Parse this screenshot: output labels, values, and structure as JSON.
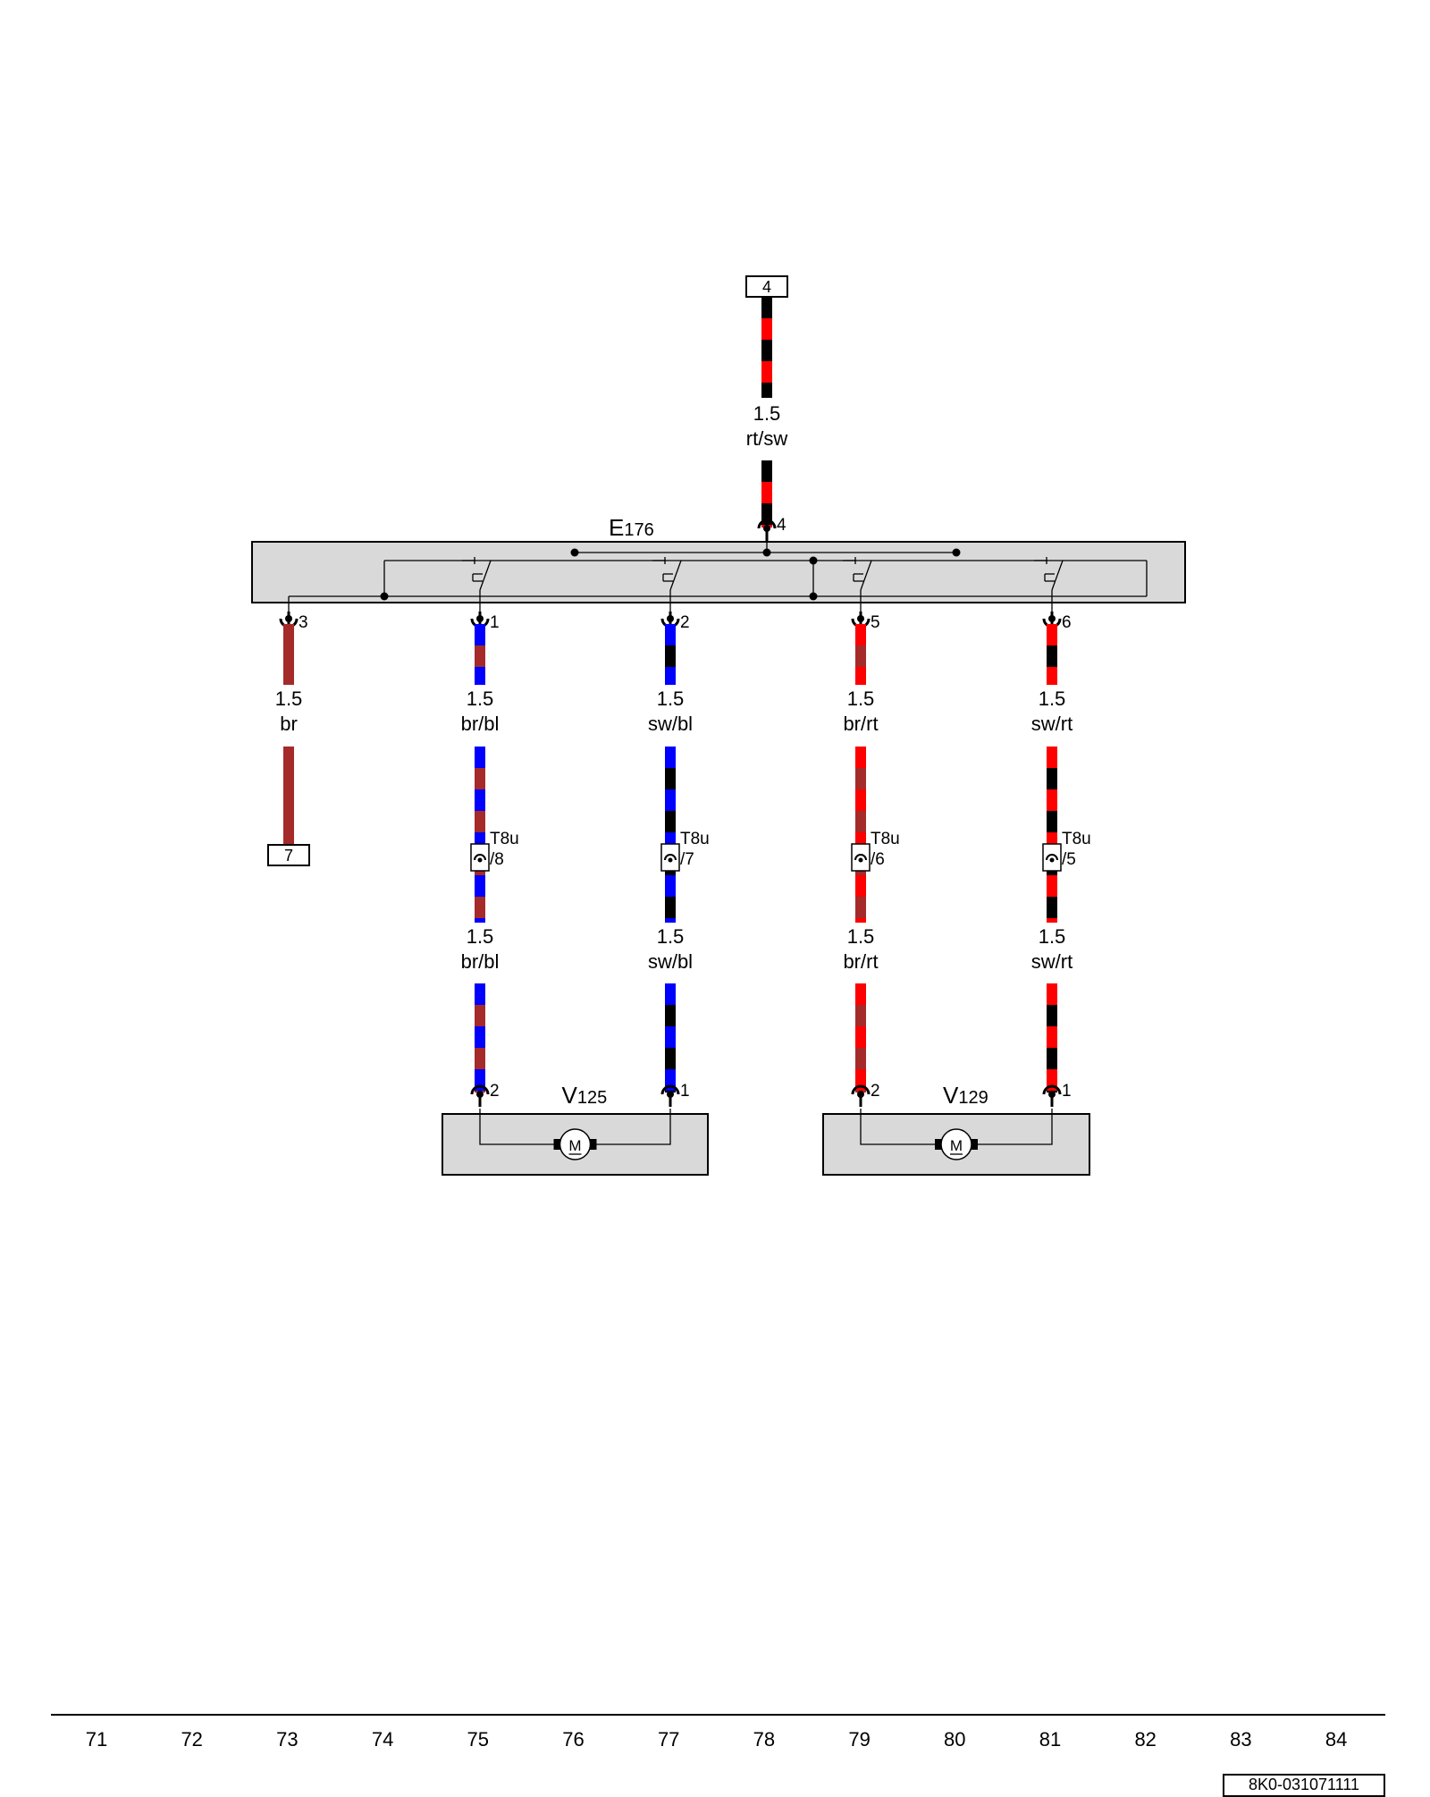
{
  "colors": {
    "br": "#a52a2a",
    "bl": "#0000ff",
    "rt": "#ff0000",
    "sw": "#000000",
    "component_fill": "#d9d9d9"
  },
  "components": {
    "E176": {
      "letter": "E",
      "number": "176"
    },
    "V125": {
      "letter": "V",
      "number": "125"
    },
    "V129": {
      "letter": "V",
      "number": "129"
    }
  },
  "terminals": {
    "top_terminal": "4",
    "left_terminal": "7"
  },
  "pins": {
    "e176_in": "4",
    "e176_out": [
      "3",
      "1",
      "2",
      "5",
      "6"
    ],
    "v125": [
      "2",
      "1"
    ],
    "v129": [
      "2",
      "1"
    ]
  },
  "wires": [
    {
      "id": "w-top",
      "size": "1.5",
      "color": "rt/sw",
      "base": "rt",
      "stripe": "sw"
    },
    {
      "id": "w-br",
      "size": "1.5",
      "color": "br",
      "base": "br",
      "stripe": ""
    },
    {
      "id": "w-brbl-a",
      "size": "1.5",
      "color": "br/bl",
      "base": "br",
      "stripe": "bl"
    },
    {
      "id": "w-swbl-a",
      "size": "1.5",
      "color": "sw/bl",
      "base": "sw",
      "stripe": "bl"
    },
    {
      "id": "w-brrt-a",
      "size": "1.5",
      "color": "br/rt",
      "base": "br",
      "stripe": "rt"
    },
    {
      "id": "w-swrt-a",
      "size": "1.5",
      "color": "sw/rt",
      "base": "sw",
      "stripe": "rt"
    },
    {
      "id": "w-brbl-b",
      "size": "1.5",
      "color": "br/bl",
      "base": "br",
      "stripe": "bl"
    },
    {
      "id": "w-swbl-b",
      "size": "1.5",
      "color": "sw/bl",
      "base": "sw",
      "stripe": "bl"
    },
    {
      "id": "w-brrt-b",
      "size": "1.5",
      "color": "br/rt",
      "base": "br",
      "stripe": "rt"
    },
    {
      "id": "w-swrt-b",
      "size": "1.5",
      "color": "sw/rt",
      "base": "sw",
      "stripe": "rt"
    }
  ],
  "connectors": [
    {
      "name": "T8u",
      "pin": "/8"
    },
    {
      "name": "T8u",
      "pin": "/7"
    },
    {
      "name": "T8u",
      "pin": "/6"
    },
    {
      "name": "T8u",
      "pin": "/5"
    }
  ],
  "columns": [
    "71",
    "72",
    "73",
    "74",
    "75",
    "76",
    "77",
    "78",
    "79",
    "80",
    "81",
    "82",
    "83",
    "84"
  ],
  "doc_id": "8K0-031071111"
}
